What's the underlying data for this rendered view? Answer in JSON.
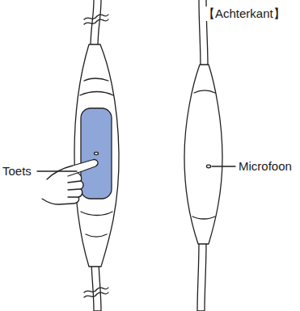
{
  "diagram": {
    "labels": [
      "【Achterkant】",
      "Toets",
      "Microfoon"
    ]
  }
}
